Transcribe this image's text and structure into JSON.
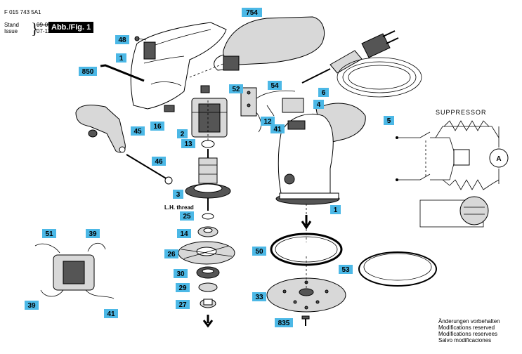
{
  "header": {
    "doc_number": "F 015 743 5A1",
    "stand_label": "Stand",
    "issue_label": "Issue",
    "old_date": "09-05",
    "new_date": "07-11-09",
    "figure_label": "Abb./Fig. 1"
  },
  "parts": {
    "p754": "754",
    "p48": "48",
    "p1a": "1",
    "p850": "850",
    "p52": "52",
    "p54": "54",
    "p6": "6",
    "p4": "4",
    "p5": "5",
    "p45": "45",
    "p16": "16",
    "p2": "2",
    "p13": "13",
    "p12": "12",
    "p41a": "41",
    "p46": "46",
    "p3": "3",
    "p25": "25",
    "p1b": "1",
    "p14": "14",
    "p26": "26",
    "p30": "30",
    "p29": "29",
    "p27": "27",
    "p50": "50",
    "p53": "53",
    "p33": "33",
    "p835": "835",
    "p51": "51",
    "p39a": "39",
    "p39b": "39",
    "p41b": "41"
  },
  "labels": {
    "lh_thread": "L.H. thread",
    "suppressor": "SUPPRESSOR",
    "motor_symbol": "A"
  },
  "notes": [
    "Änderungen vorbehalten",
    "Modifications reserved",
    "Modifications reservees",
    "Salvo modificaciones"
  ]
}
